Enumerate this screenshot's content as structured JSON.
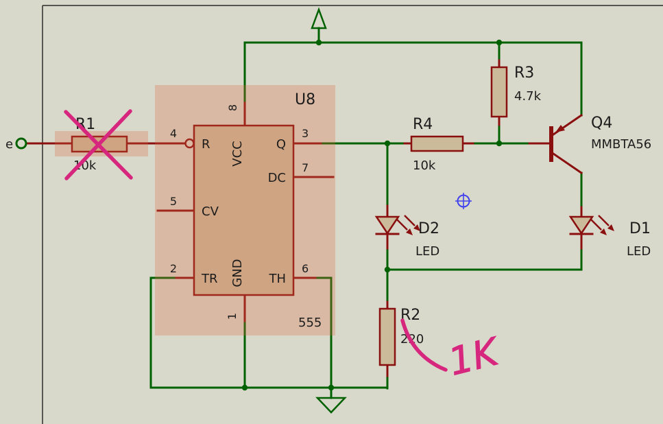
{
  "colors": {
    "bg": "#d9d9cb",
    "wire": "#006100",
    "pin": "#8a0f0f",
    "component-fill": "#cbbb9b",
    "highlight": "rgba(219,104,64,0.28)",
    "annotation": "#d6267d",
    "origin": "#4040ee",
    "text": "#1c1c1c"
  },
  "terminal": {
    "label": "e"
  },
  "ic": {
    "ref": "U8",
    "part": "555",
    "pins": {
      "reset": {
        "num": "4",
        "name": "R"
      },
      "vcc": {
        "num": "8",
        "name": "VCC"
      },
      "out": {
        "num": "3",
        "name": "Q"
      },
      "discharge": {
        "num": "7",
        "name": "DC"
      },
      "control": {
        "num": "5",
        "name": "CV"
      },
      "trigger": {
        "num": "2",
        "name": "TR"
      },
      "ground": {
        "num": "1",
        "name": "GND"
      },
      "threshold": {
        "num": "6",
        "name": "TH"
      }
    }
  },
  "components": {
    "r1": {
      "ref": "R1",
      "value": "10k"
    },
    "r2": {
      "ref": "R2",
      "value": "220"
    },
    "r3": {
      "ref": "R3",
      "value": "4.7k"
    },
    "r4": {
      "ref": "R4",
      "value": "10k"
    },
    "q4": {
      "ref": "Q4",
      "value": "MMBTA56"
    },
    "d1": {
      "ref": "D1",
      "value": "LED"
    },
    "d2": {
      "ref": "D2",
      "value": "LED"
    }
  },
  "annotations": {
    "r2_correction": "1K"
  }
}
